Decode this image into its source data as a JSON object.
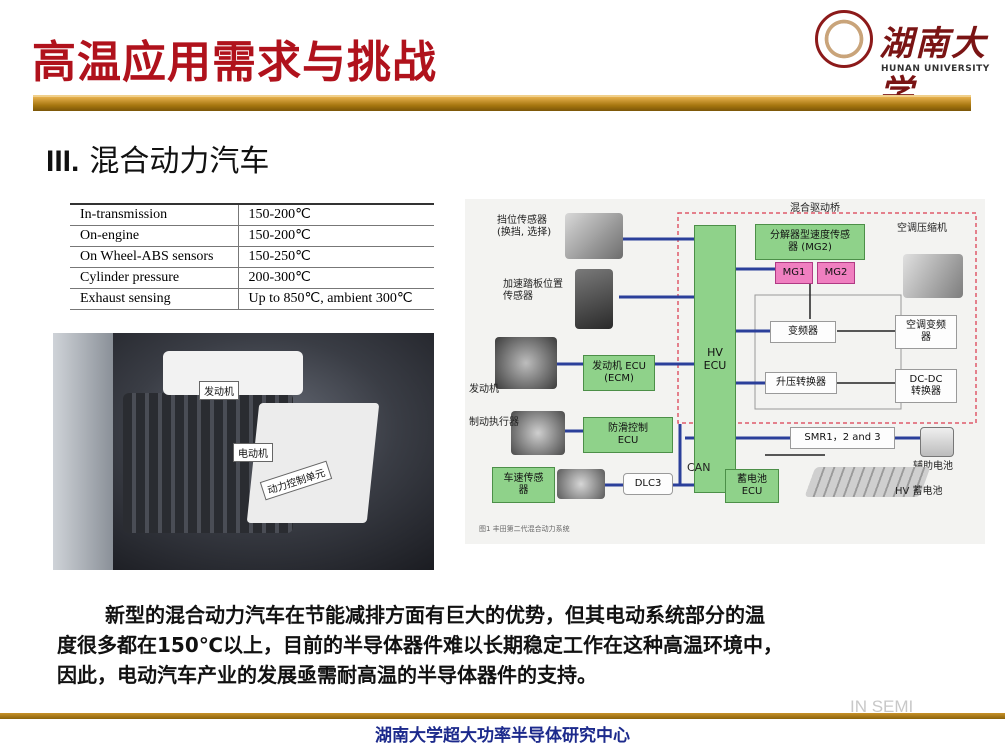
{
  "slide": {
    "title": "高温应用需求与挑战",
    "section_number": "III.",
    "section_title": "混合动力汽车"
  },
  "logo": {
    "name_cn": "湖南大学",
    "name_en": "HUNAN UNIVERSITY"
  },
  "temperature_table": {
    "rows": [
      {
        "location": "In-transmission",
        "temperature": "150-200℃"
      },
      {
        "location": "On-engine",
        "temperature": "150-200℃"
      },
      {
        "location": "On Wheel-ABS sensors",
        "temperature": "150-250℃"
      },
      {
        "location": "Cylinder pressure",
        "temperature": "200-300℃"
      },
      {
        "location": "Exhaust sensing",
        "temperature": "Up to 850℃, ambient 300℃"
      }
    ]
  },
  "photo": {
    "labels": [
      "发动机",
      "电动机",
      "动力控制单元"
    ]
  },
  "diagram": {
    "region_label": "混合驱动桥",
    "gear_sensor": "挡位传感器\n(换挡, 选择)",
    "pedal_sensor": "加速踏板位置\n传感器",
    "engine": "发动机",
    "brake_actuator": "制动执行器",
    "hv_ecu": "HV\nECU",
    "resolver": "分解器型速度传感\n器 (MG2)",
    "mg1": "MG1",
    "mg2": "MG2",
    "ac_compressor": "空调压缩机",
    "inverter": "变频器",
    "ac_inverter": "空调变频\n器",
    "engine_ecu": "发动机 ECU\n(ECM)",
    "boost_converter": "升压转换器",
    "dcdc": "DC-DC\n转换器",
    "abs_ecu": "防滑控制\nECU",
    "smr": "SMR1，2 and 3",
    "aux_battery": "辅助电池",
    "speed_sensor": "车速传感\n器",
    "dlc3": "DLC3",
    "can": "CAN",
    "battery_ecu": "蓄电池\nECU",
    "hv_battery": "HV 蓄电池",
    "caption": "图1    丰田第二代混合动力系统"
  },
  "body_text": {
    "line1": "新型的混合动力汽车在节能减排方面有巨大的优势，但其电动系统部分的温",
    "line2": "度很多都在150℃以上，目前的半导体器件难以长期稳定工作在这种高温环境中，",
    "line3": "因此，电动汽车产业的发展亟需耐高温的半导体器件的支持。"
  },
  "watermark": "IN SEMI",
  "footer": "湖南大学超大功率半导体研究中心"
}
